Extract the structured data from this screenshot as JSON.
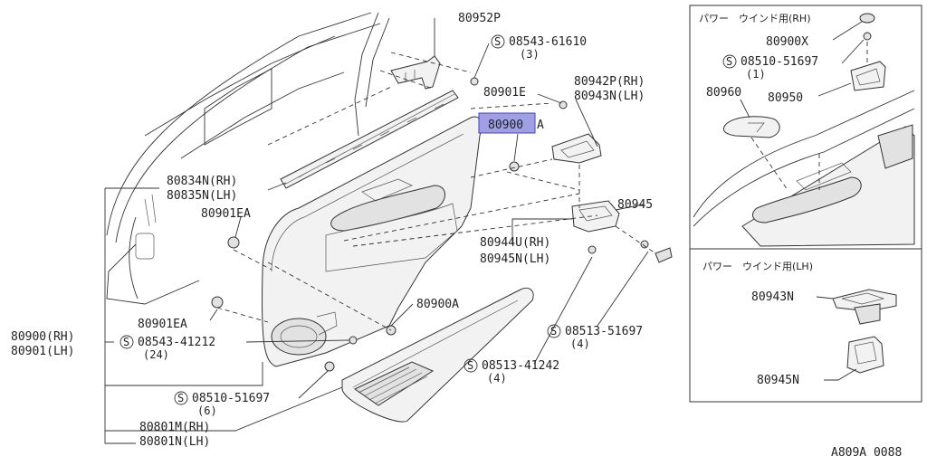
{
  "diagram": {
    "highlight_label": "80900",
    "highlight_color": "#9f9fe6",
    "labels": {
      "p80952P": "80952P",
      "p08543_61610": "08543-61610",
      "p08543_61610_qty": "(3)",
      "p80901E": "80901E",
      "p80900A_suffix": "A",
      "p80942P": "80942P(RH)",
      "p80943N_lh": "80943N(LH)",
      "p80834N": "80834N(RH)",
      "p80835N": "80835N(LH)",
      "p80901EA_top": "80901EA",
      "p80945": "80945",
      "p80944U": "80944U(RH)",
      "p80945N_lh": "80945N(LH)",
      "p80900A_mid": "80900A",
      "p80901EA_bot": "80901EA",
      "p80900RH": "80900(RH)",
      "p80901LH": "80901(LH)",
      "p08543_41212": "08543-41212",
      "p08543_41212_qty": "(24)",
      "p08513_51697": "08513-51697",
      "p08513_51697_qty": "(4)",
      "p08513_41242": "08513-41242",
      "p08513_41242_qty": "(4)",
      "p08510_51697": "08510-51697",
      "p08510_51697_qty": "(6)",
      "p80801M": "80801M(RH)",
      "p80801N": "80801N(LH)"
    },
    "screw_symbol": "S",
    "inset_rh": {
      "title": "パワー　ウインド用(RH)",
      "p80900X": "80900X",
      "p08510_51697": "08510-51697",
      "p08510_51697_qty": "(1)",
      "p80960": "80960",
      "p80950": "80950"
    },
    "inset_lh": {
      "title": "パワー　ウインド用(LH)",
      "p80943N": "80943N",
      "p80945N": "80945N"
    },
    "figure_code": "A809A 0088"
  }
}
